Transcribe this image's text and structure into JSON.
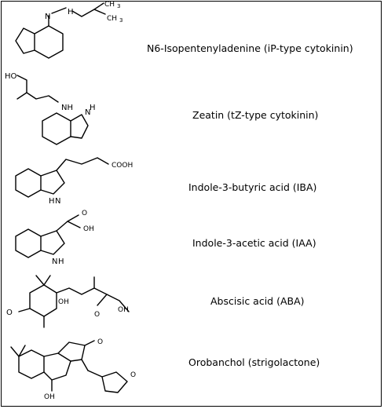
{
  "compounds": [
    {
      "name": "N6-Isopentenyladenine (iP-type cytokinin)",
      "atoms": {
        "ch3_a": "CH",
        "ch3_a_sub": "3",
        "ch3_b": "CH",
        "ch3_b_sub": "3",
        "n": "N",
        "h": "H"
      }
    },
    {
      "name": "Zeatin (tZ-type cytokinin)",
      "atoms": {
        "ho": "HO",
        "nh": "NH",
        "n": "N",
        "h": "H"
      }
    },
    {
      "name": "Indole-3-butyric acid (IBA)",
      "atoms": {
        "cooh": "COOH",
        "h": "H",
        "n": "N"
      }
    },
    {
      "name": "Indole-3-acetic acid (IAA)",
      "atoms": {
        "o": "O",
        "oh": "OH",
        "n": "N",
        "h": "H"
      }
    },
    {
      "name": "Abscisic acid (ABA)",
      "atoms": {
        "o": "O",
        "oh": "OH",
        "o2": "O",
        "ohr": "OH"
      }
    },
    {
      "name": "Orobanchol (strigolactone)",
      "atoms": {
        "o": "O",
        "oh": "OH",
        "o2": "O"
      }
    }
  ]
}
